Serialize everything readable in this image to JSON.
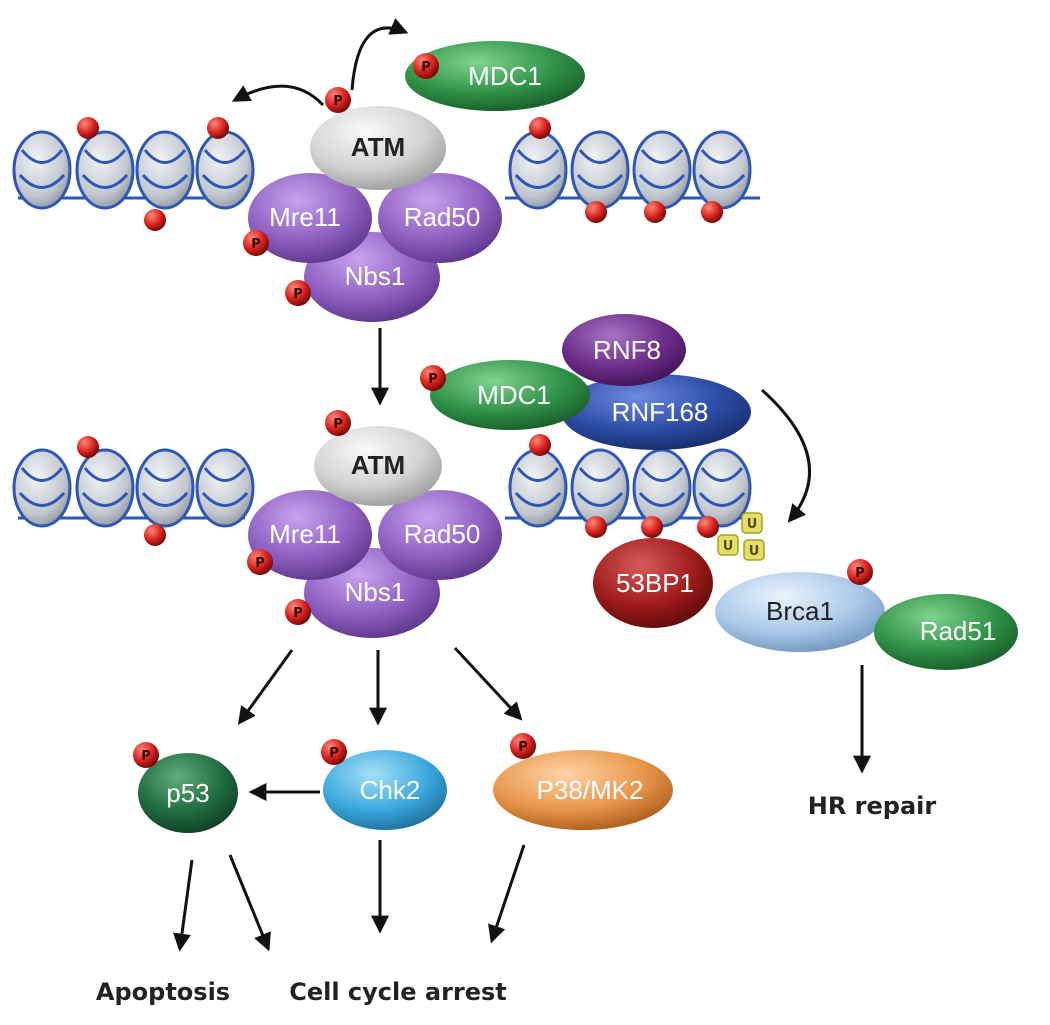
{
  "colors": {
    "dna": "#2c57b5",
    "nucleosome": "#c9ccd4",
    "phospho": "#d8231f",
    "ubiquitin": "#e3e06a",
    "atm": "#cfcfcf",
    "mrn": "#8e5fc1",
    "green_protein": "#2f8f46",
    "rnf8": "#6a2c87",
    "rnf168": "#2b4aa3",
    "p53bp1": "#9e1b1b",
    "brca1": "#a9c8e9",
    "p53": "#1f6b3f",
    "chk2": "#3ba8dd",
    "p38": "#e8954a"
  },
  "phospho_label": "P",
  "ubiquitin_label": "U",
  "top_complex": {
    "atm": "ATM",
    "mre11": "Mre11",
    "rad50": "Rad50",
    "nbs1": "Nbs1",
    "mdc1": "MDC1"
  },
  "middle_complex": {
    "atm": "ATM",
    "mre11": "Mre11",
    "rad50": "Rad50",
    "nbs1": "Nbs1",
    "mdc1": "MDC1",
    "rnf8": "RNF8",
    "rnf168": "RNF168",
    "p53bp1": "53BP1",
    "brca1": "Brca1",
    "rad51": "Rad51"
  },
  "downstream": {
    "p53": "p53",
    "chk2": "Chk2",
    "p38": "P38/MK2"
  },
  "outcomes": {
    "apoptosis": "Apoptosis",
    "cell_cycle_arrest": "Cell cycle arrest",
    "hr_repair": "HR repair"
  }
}
